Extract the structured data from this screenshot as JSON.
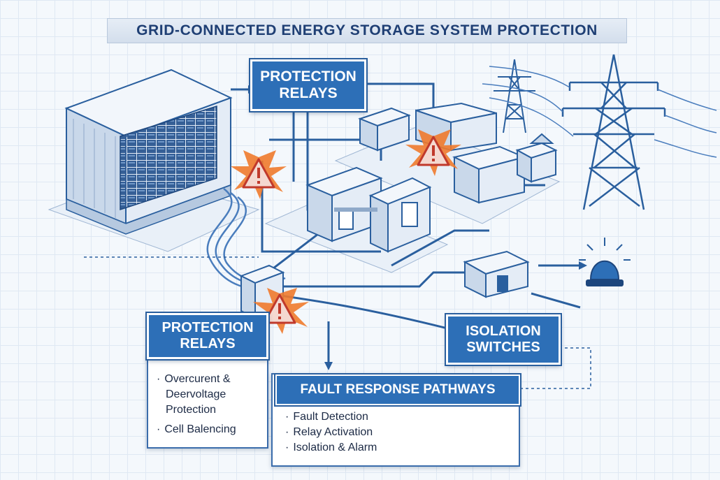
{
  "title": "GRID-CONNECTED ENERGY STORAGE SYSTEM PROTECTION",
  "top_label": {
    "line1": "PROTECTION",
    "line2": "RELAYS"
  },
  "relays_panel": {
    "line1": "PROTECTION",
    "line2": "RELAYS",
    "items": [
      "Overcurent &",
      "Deervoltage",
      "Protection",
      "Cell Balencing"
    ]
  },
  "isolation_label": {
    "line1": "ISOLATION",
    "line2": "SWITCHES"
  },
  "fault_panel": {
    "header": "FAULT RESPONSE PATHWAYS",
    "items": [
      "Fault Detection",
      "Relay Activation",
      "Isolation & Alarm"
    ]
  },
  "colors": {
    "line": "#2a5f9e",
    "label_fill": "#2d6fb7",
    "warning_fill": "#f4d8d0",
    "warning_border": "#c0392b",
    "burst": "#f07a2c",
    "equipment": "#dbe6f3",
    "alarm": "#2d6fb7"
  },
  "icons": [
    "warning-icon",
    "alarm-beacon-icon",
    "transmission-tower-icon",
    "battery-container-icon"
  ]
}
